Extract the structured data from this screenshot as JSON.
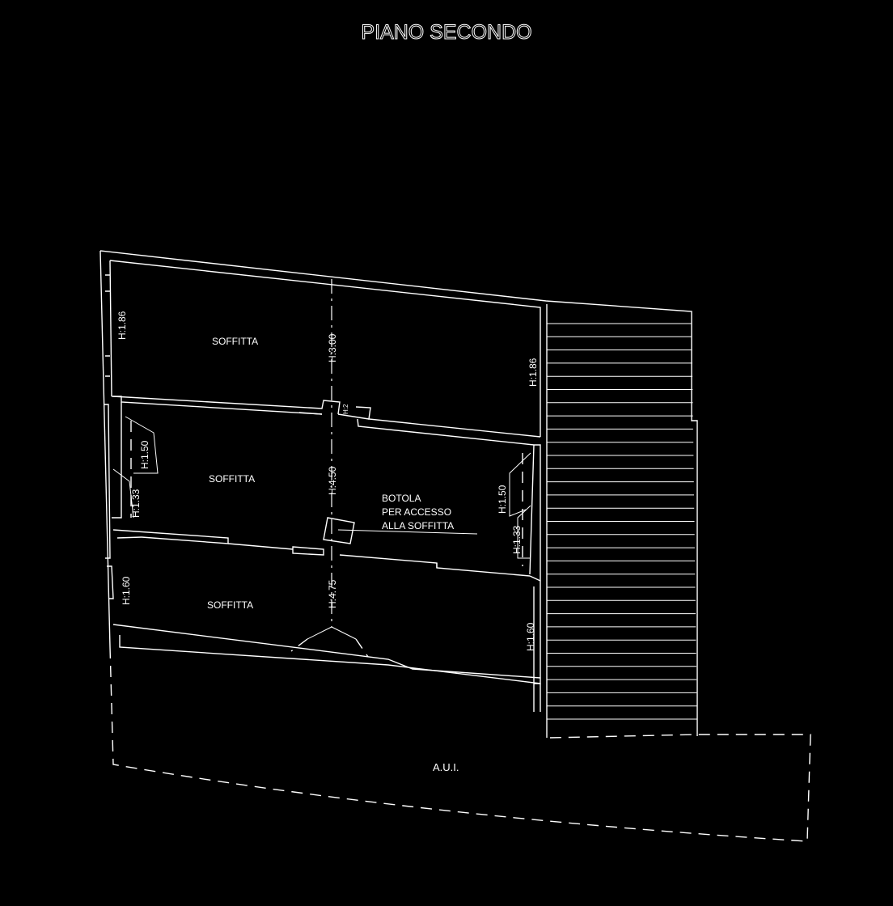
{
  "title": "PIANO SECONDO",
  "rooms": [
    {
      "label": "SOFFITTA"
    },
    {
      "label": "SOFFITTA"
    },
    {
      "label": "SOFFITTA"
    }
  ],
  "heights": {
    "left_top": "H:1.86",
    "right_top": "H:1.86",
    "center_top": "H:3.00",
    "center_mid": "H:4.50",
    "left_mid_a": "H:1.50",
    "left_mid_b": "H:1.33",
    "right_mid_a": "H:1.50",
    "right_mid_b": "H:1.33",
    "left_bottom": "H:1.60",
    "right_bottom": "H:1.60",
    "center_bottom": "H:4.75",
    "small_mark": "H:2"
  },
  "botola": {
    "line1": "BOTOLA",
    "line2": "PER ACCESSO",
    "line3": "ALLA SOFFITTA"
  },
  "aui_label": "A.U.I.",
  "colors": {
    "background": "#000000",
    "lines": "#ffffff"
  }
}
